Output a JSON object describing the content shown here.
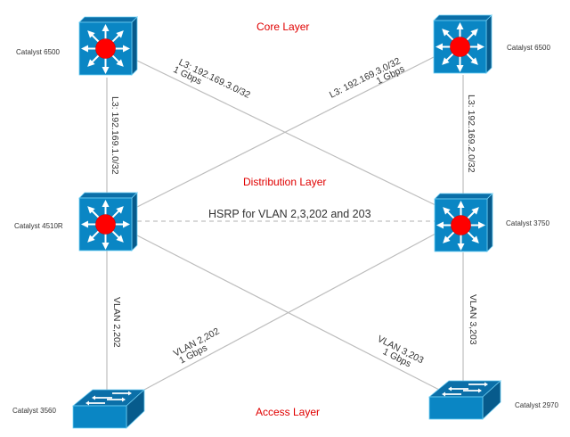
{
  "layers": {
    "core": "Core Layer",
    "distribution": "Distribution Layer",
    "access": "Access Layer"
  },
  "devices": {
    "core_left": {
      "name": "Catalyst 6500",
      "icon": "layer3-switch-icon"
    },
    "core_right": {
      "name": "Catalyst 6500",
      "icon": "layer3-switch-icon"
    },
    "dist_left": {
      "name": "Catalyst 4510R",
      "icon": "layer3-switch-icon"
    },
    "dist_right": {
      "name": "Catalyst 3750",
      "icon": "layer3-switch-icon"
    },
    "access_left": {
      "name": "Catalyst 3560",
      "icon": "workgroup-switch-icon"
    },
    "access_right": {
      "name": "Catalyst 2970",
      "icon": "workgroup-switch-icon"
    }
  },
  "links": {
    "core_left_dist_left": "L3: 192.169.1.0/32",
    "core_right_dist_right": "L3: 192.169.2.0/32",
    "core_left_dist_right": {
      "line1": "L3: 192.169.3.0/32",
      "line2": "1 Gbps"
    },
    "core_right_dist_left": {
      "line1": "L3: 192.169.3.0/32",
      "line2": "1 Gbps"
    },
    "hsrp": "HSRP for VLAN 2,3,202 and 203",
    "dist_left_access_left": "VLAN 2,202",
    "dist_right_access_right": "VLAN 3,203",
    "dist_right_access_left": {
      "line1": "VLAN 2,202",
      "line2": "1 Gbps"
    },
    "dist_left_access_right": {
      "line1": "VLAN 3,203",
      "line2": "1 Gbps"
    }
  },
  "colors": {
    "device_front": "#0a86c4",
    "device_top": "#0b6fa8",
    "device_side": "#075b8c",
    "device_edge": "#6fd0f5",
    "center_dot": "#ff0000",
    "layer_label": "#e00000",
    "link": "#bdbdbd"
  }
}
